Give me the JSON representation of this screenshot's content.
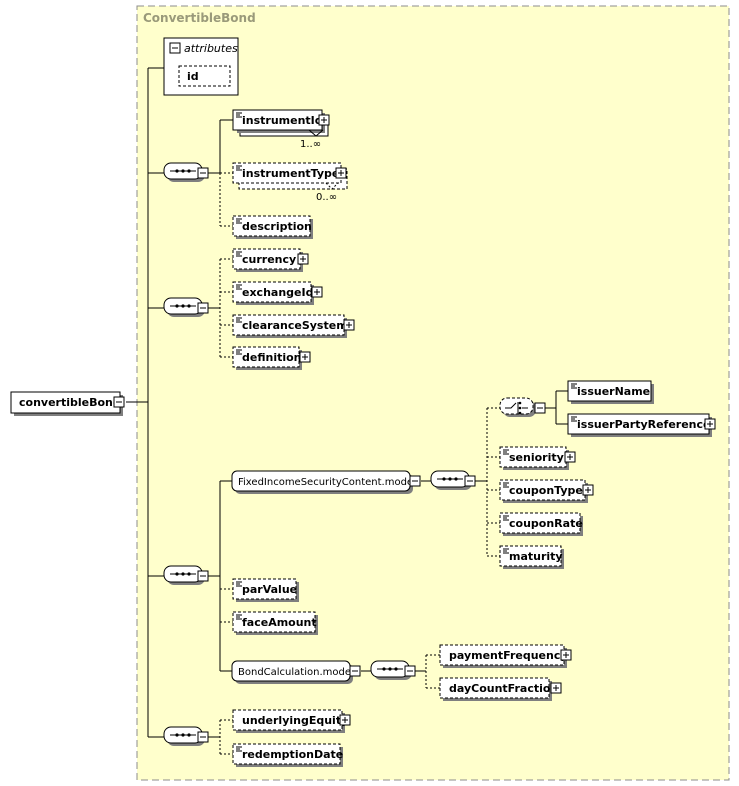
{
  "complex_type": {
    "name": "ConvertibleBond",
    "bg_color": "#ffffcc"
  },
  "root": {
    "label": "convertibleBond"
  },
  "attributes": {
    "title": "attributes",
    "items": [
      "id"
    ]
  },
  "sequence1": {
    "instrumentId": {
      "label": "instrumentId",
      "occurrence": "1..∞"
    },
    "instrumentType": {
      "label": "instrumentType",
      "occurrence": "0..∞"
    },
    "description": {
      "label": "description"
    }
  },
  "sequence2": {
    "currency": {
      "label": "currency"
    },
    "exchangeId": {
      "label": "exchangeId"
    },
    "clearanceSystem": {
      "label": "clearanceSystem"
    },
    "definition": {
      "label": "definition"
    }
  },
  "sequence3": {
    "fixedIncomeGroup": {
      "label": "FixedIncomeSecurityContent.model"
    },
    "issuerName": {
      "label": "issuerName"
    },
    "issuerPartyReference": {
      "label": "issuerPartyReference"
    },
    "seniority": {
      "label": "seniority"
    },
    "couponType": {
      "label": "couponType"
    },
    "couponRate": {
      "label": "couponRate"
    },
    "maturity": {
      "label": "maturity"
    },
    "parValue": {
      "label": "parValue"
    },
    "faceAmount": {
      "label": "faceAmount"
    },
    "bondCalcGroup": {
      "label": "BondCalculation.model"
    },
    "paymentFrequency": {
      "label": "paymentFrequency"
    },
    "dayCountFraction": {
      "label": "dayCountFraction"
    }
  },
  "sequence4": {
    "underlyingEquity": {
      "label": "underlyingEquity"
    },
    "redemptionDate": {
      "label": "redemptionDate"
    }
  }
}
